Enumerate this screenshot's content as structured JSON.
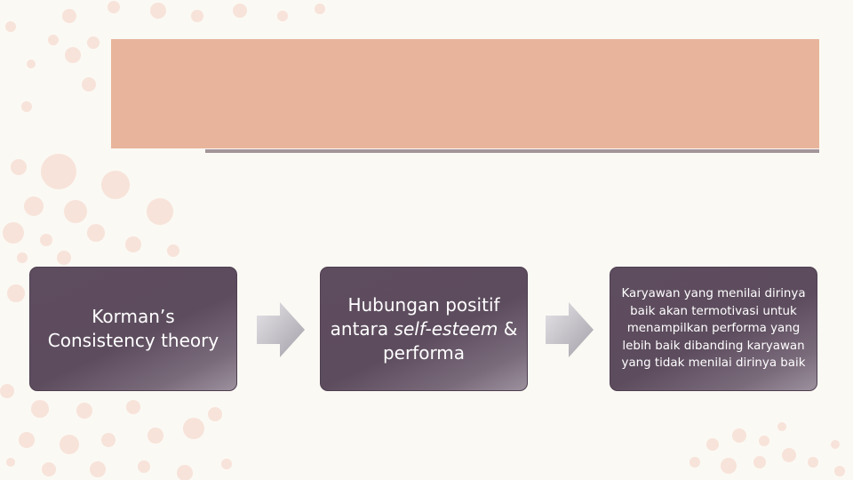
{
  "title": "",
  "colors": {
    "background": "#fbf9f4",
    "dots": "#f6e0d6",
    "banner": "#e8b59c",
    "banner_underline": "#a3959a",
    "box": "#5e4d5f",
    "arrow": "#b2aeb6"
  },
  "steps": [
    {
      "text": "Korman’s Consistency theory"
    },
    {
      "text_before": "Hubungan positif antara ",
      "text_italic": "self-esteem",
      "text_after": " & performa"
    },
    {
      "text": "Karyawan yang menilai dirinya baik akan termotivasi untuk menampilkan performa yang lebih baik dibanding karyawan yang tidak menilai dirinya baik"
    }
  ],
  "connectors": [
    {
      "icon": "arrow-right-icon"
    },
    {
      "icon": "arrow-right-icon"
    }
  ]
}
